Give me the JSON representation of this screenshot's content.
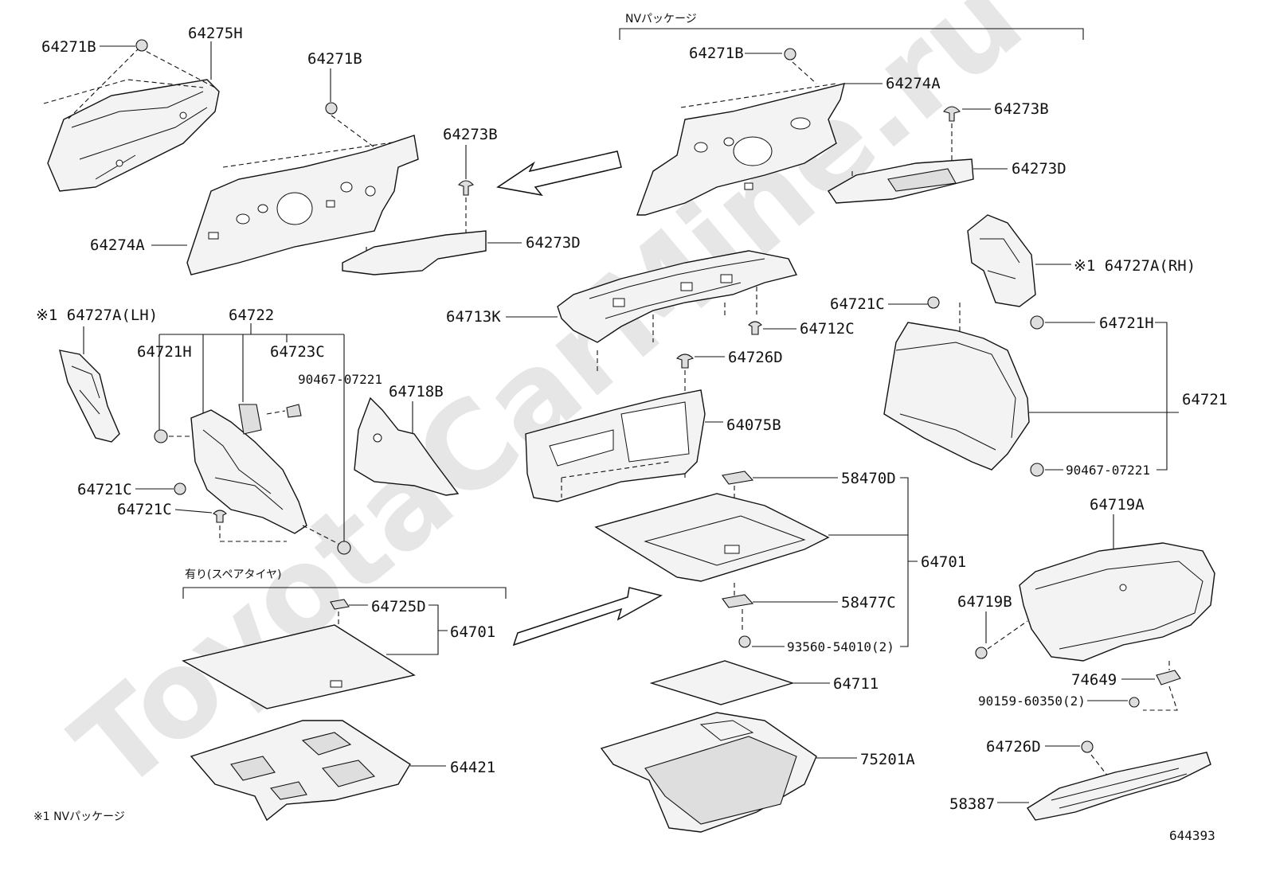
{
  "watermark": "ToyotaCarMine.ru",
  "figure_id": "644393",
  "notes": {
    "nv_package_header": "NVパッケージ",
    "spare_tire_header": "有り(スペアタイヤ)",
    "footnote": "※1 NVパッケージ"
  },
  "labels": {
    "p64271B_a": "64271B",
    "p64275H": "64275H",
    "p64271B_b": "64271B",
    "p64273B_a": "64273B",
    "p64274A_a": "64274A",
    "p64273D_a": "64273D",
    "p64271B_c": "64271B",
    "p64274A_b": "64274A",
    "p64273B_b": "64273B",
    "p64273D_b": "64273D",
    "p64727A_LH": "※1 64727A(LH)",
    "p64727A_RH": "※1 64727A(RH)",
    "p64722": "64722",
    "p64721H_a": "64721H",
    "p64723C": "64723C",
    "p90467_a": "90467-07221",
    "p64718B": "64718B",
    "p64721C_a": "64721C",
    "p64721C_b": "64721C",
    "p64713K": "64713K",
    "p64712C": "64712C",
    "p64721C_c": "64721C",
    "p64721H_b": "64721H",
    "p64721": "64721",
    "p90467_b": "90467-07221",
    "p64726D_a": "64726D",
    "p64075B": "64075B",
    "p58470D": "58470D",
    "p64701_a": "64701",
    "p58477C": "58477C",
    "p93560": "93560-54010(2)",
    "p64711": "64711",
    "p75201A": "75201A",
    "p64725D": "64725D",
    "p64701_b": "64701",
    "p64421": "64421",
    "p64719A": "64719A",
    "p64719B": "64719B",
    "p74649": "74649",
    "p90159": "90159-60350(2)",
    "p64726D_b": "64726D",
    "p58387": "58387"
  }
}
